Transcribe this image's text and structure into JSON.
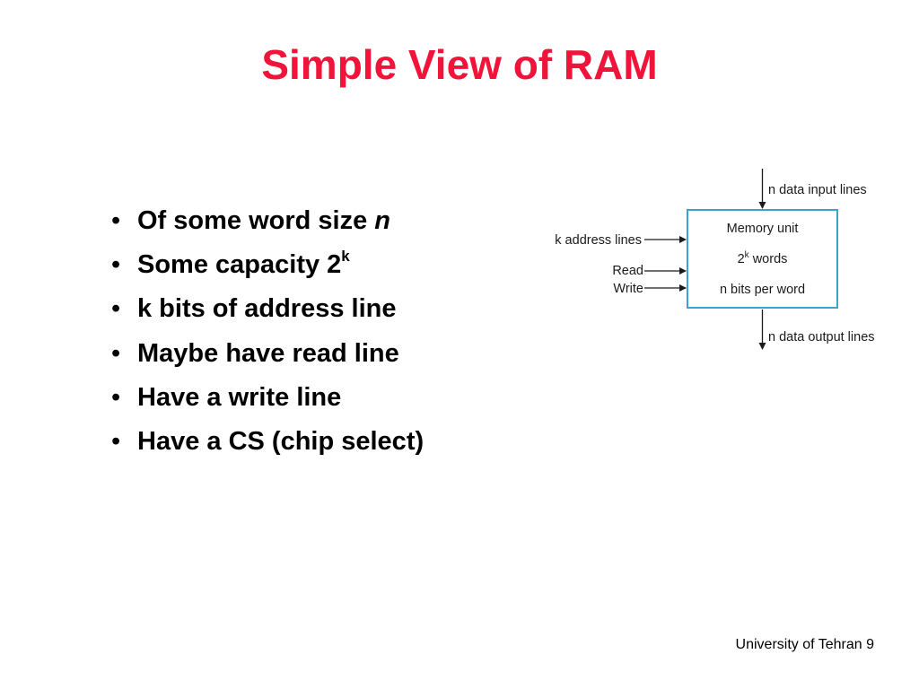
{
  "slide": {
    "title": "Simple View of RAM",
    "bullets": [
      {
        "text": "Of some word size ",
        "italic": "n"
      },
      {
        "text": "Some capacity 2",
        "sup": "k"
      },
      {
        "text": "k bits of address line"
      },
      {
        "text": "Maybe have read line"
      },
      {
        "text": "Have a write line"
      },
      {
        "text": "Have a CS (chip select)"
      }
    ],
    "bullet_glyph": "•",
    "footer": "University of Tehran 9"
  },
  "diagram": {
    "box": {
      "line1": "Memory unit",
      "line2_base": "2",
      "line2_sup": "k",
      "line2_rest": " words",
      "line3": "n bits per word",
      "border_color": "#3aa3cf"
    },
    "inputs": {
      "top": "n data input lines",
      "address": "k address lines",
      "read": "Read",
      "write": "Write",
      "bottom": "n data output lines"
    }
  },
  "colors": {
    "title": "#f0133a",
    "text": "#000000",
    "box_border": "#3aa3cf"
  }
}
